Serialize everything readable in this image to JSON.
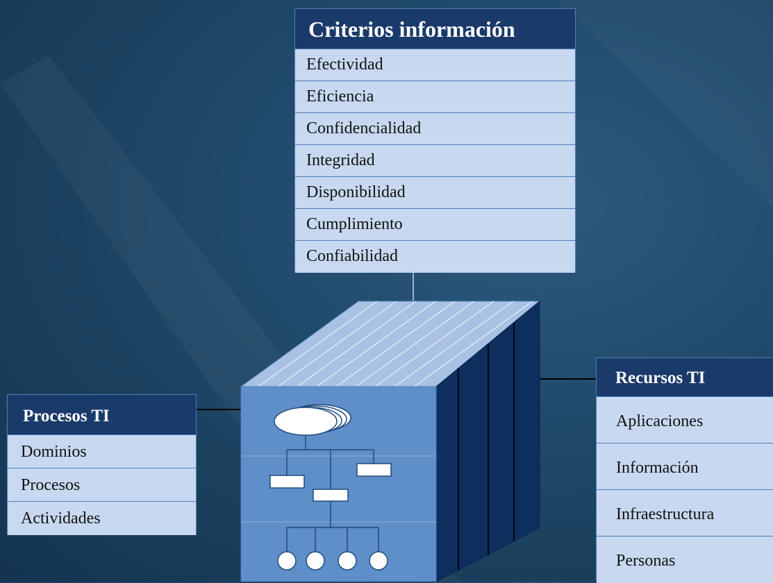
{
  "criterios": {
    "title": "Criterios información",
    "items": [
      "Efectividad",
      "Eficiencia",
      "Confidencialidad",
      "Integridad",
      "Disponibilidad",
      "Cumplimiento",
      "Confiabilidad"
    ]
  },
  "procesos": {
    "title": "Procesos TI",
    "items": [
      "Dominios",
      "Procesos",
      "Actividades"
    ]
  },
  "recursos": {
    "title": "Recursos TI",
    "items": [
      "Aplicaciones",
      "Información",
      "Infraestructura",
      "Personas"
    ]
  },
  "colors": {
    "header_bg": "#1a3a6a",
    "row_bg": "#c7d8f0",
    "cube_front": "#5f8fc8",
    "cube_top": "#a9c2e4",
    "cube_side": "#0e2f5e"
  }
}
